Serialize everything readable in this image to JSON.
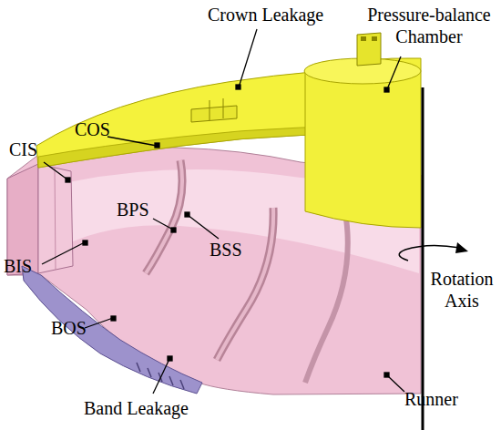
{
  "diagram": {
    "labels": [
      "Crown Leakage",
      "Pressure-balance Chamber",
      "COS",
      "CIS",
      "BPS",
      "BSS",
      "Rotation Axis",
      "BIS",
      "BOS",
      "Band Leakage",
      "Runner"
    ]
  }
}
